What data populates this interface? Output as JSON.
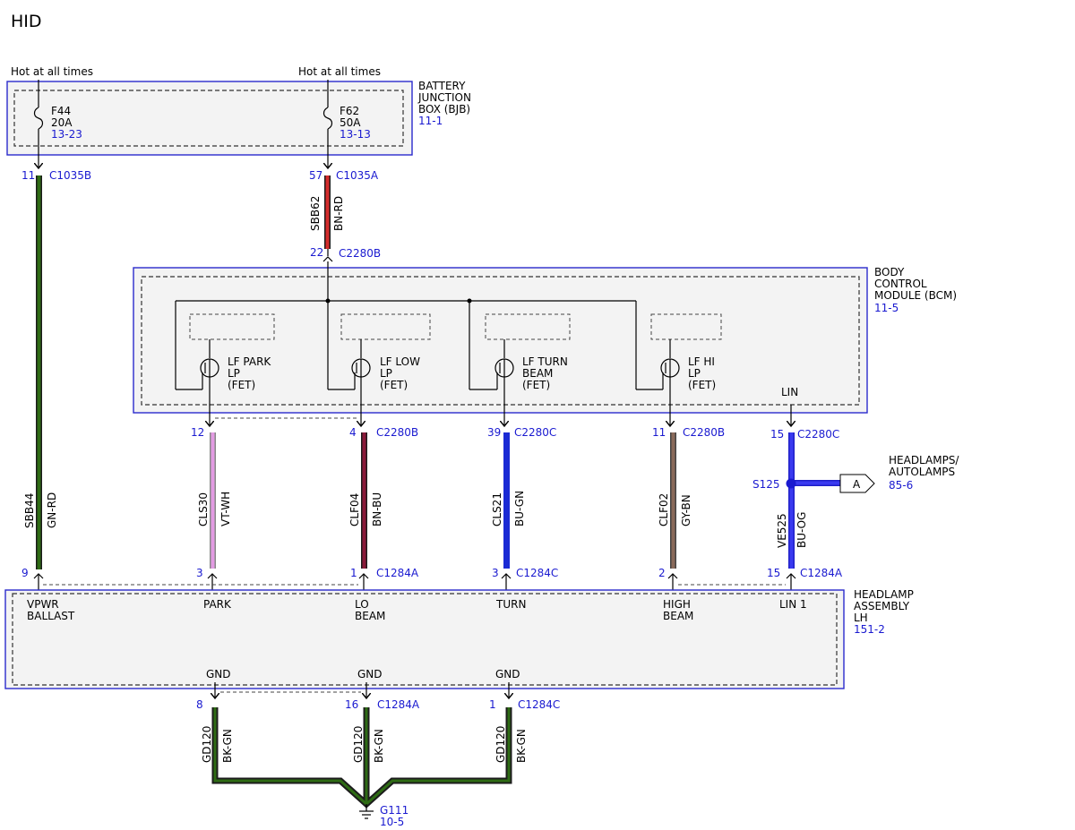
{
  "title": "HID",
  "colors": {
    "box_border": "#2a2acc",
    "label_blue": "#1a1ad0",
    "wire_gn_rd": "#2e6b14",
    "wire_bn_rd": "#d42b2b",
    "wire_vt_wh": "#e39be3",
    "wire_bn_bu": "#8b1a3a",
    "wire_bu_gn": "#1a2ad4",
    "wire_gy_bn": "#8a6a5a",
    "wire_bu_og": "#2020c8",
    "wire_bk_gn": "#1c4a10"
  },
  "hot_labels": [
    "Hot at all times",
    "Hot at all times"
  ],
  "bjb": {
    "name": [
      "BATTERY",
      "JUNCTION",
      "BOX (BJB)"
    ],
    "ref": "11-1",
    "fuses": [
      {
        "id": "F44",
        "rating": "20A",
        "ref": "13-23"
      },
      {
        "id": "F62",
        "rating": "50A",
        "ref": "13-13"
      }
    ]
  },
  "connectors_top": [
    {
      "pin": "11",
      "conn": "C1035B"
    },
    {
      "pin": "57",
      "conn": "C1035A"
    },
    {
      "pin": "22",
      "conn": "C2280B"
    }
  ],
  "wires": [
    {
      "circuit": "SBB44",
      "color": "GN-RD"
    },
    {
      "circuit": "SBB62",
      "color": "BN-RD"
    },
    {
      "circuit": "CLS30",
      "color": "VT-WH"
    },
    {
      "circuit": "CLF04",
      "color": "BN-BU"
    },
    {
      "circuit": "CLS21",
      "color": "BU-GN"
    },
    {
      "circuit": "CLF02",
      "color": "GY-BN"
    },
    {
      "circuit": "VE525",
      "color": "BU-OG"
    },
    {
      "circuit": "GD120",
      "color": "BK-GN"
    },
    {
      "circuit": "GD120",
      "color": "BK-GN"
    },
    {
      "circuit": "GD120",
      "color": "BK-GN"
    }
  ],
  "bcm": {
    "name": [
      "BODY",
      "CONTROL",
      "MODULE (BCM)"
    ],
    "ref": "11-5",
    "lin_label": "LIN",
    "fets": [
      [
        "LF PARK",
        "LP",
        "(FET)"
      ],
      [
        "LF LOW",
        "LP",
        "(FET)"
      ],
      [
        "LF TURN",
        "BEAM",
        "(FET)"
      ],
      [
        "LF HI",
        "LP",
        "(FET)"
      ]
    ],
    "outputs": [
      {
        "pin": "12",
        "conn": ""
      },
      {
        "pin": "4",
        "conn": "C2280B"
      },
      {
        "pin": "39",
        "conn": "C2280C"
      },
      {
        "pin": "11",
        "conn": "C2280B"
      },
      {
        "pin": "15",
        "conn": "C2280C"
      }
    ]
  },
  "splice": {
    "id": "S125",
    "dest_letter": "A",
    "dest_name": [
      "HEADLAMPS/",
      "AUTOLAMPS"
    ],
    "dest_ref": "85-6"
  },
  "headlamp_in": [
    {
      "pin": "9",
      "conn": ""
    },
    {
      "pin": "3",
      "conn": ""
    },
    {
      "pin": "1",
      "conn": "C1284A"
    },
    {
      "pin": "3",
      "conn": "C1284C"
    },
    {
      "pin": "2",
      "conn": ""
    },
    {
      "pin": "15",
      "conn": "C1284A"
    }
  ],
  "headlamp": {
    "name": [
      "HEADLAMP",
      "ASSEMBLY",
      "LH"
    ],
    "ref": "151-2",
    "terminals": [
      [
        "VPWR",
        "BALLAST"
      ],
      [
        "PARK"
      ],
      [
        "LO",
        "BEAM"
      ],
      [
        "TURN"
      ],
      [
        "HIGH",
        "BEAM"
      ],
      [
        "LIN 1"
      ]
    ],
    "gnd_labels": [
      "GND",
      "GND",
      "GND"
    ]
  },
  "ground_conns": [
    {
      "pin": "8",
      "conn": ""
    },
    {
      "pin": "16",
      "conn": "C1284A"
    },
    {
      "pin": "1",
      "conn": "C1284C"
    }
  ],
  "ground": {
    "id": "G111",
    "ref": "10-5"
  }
}
